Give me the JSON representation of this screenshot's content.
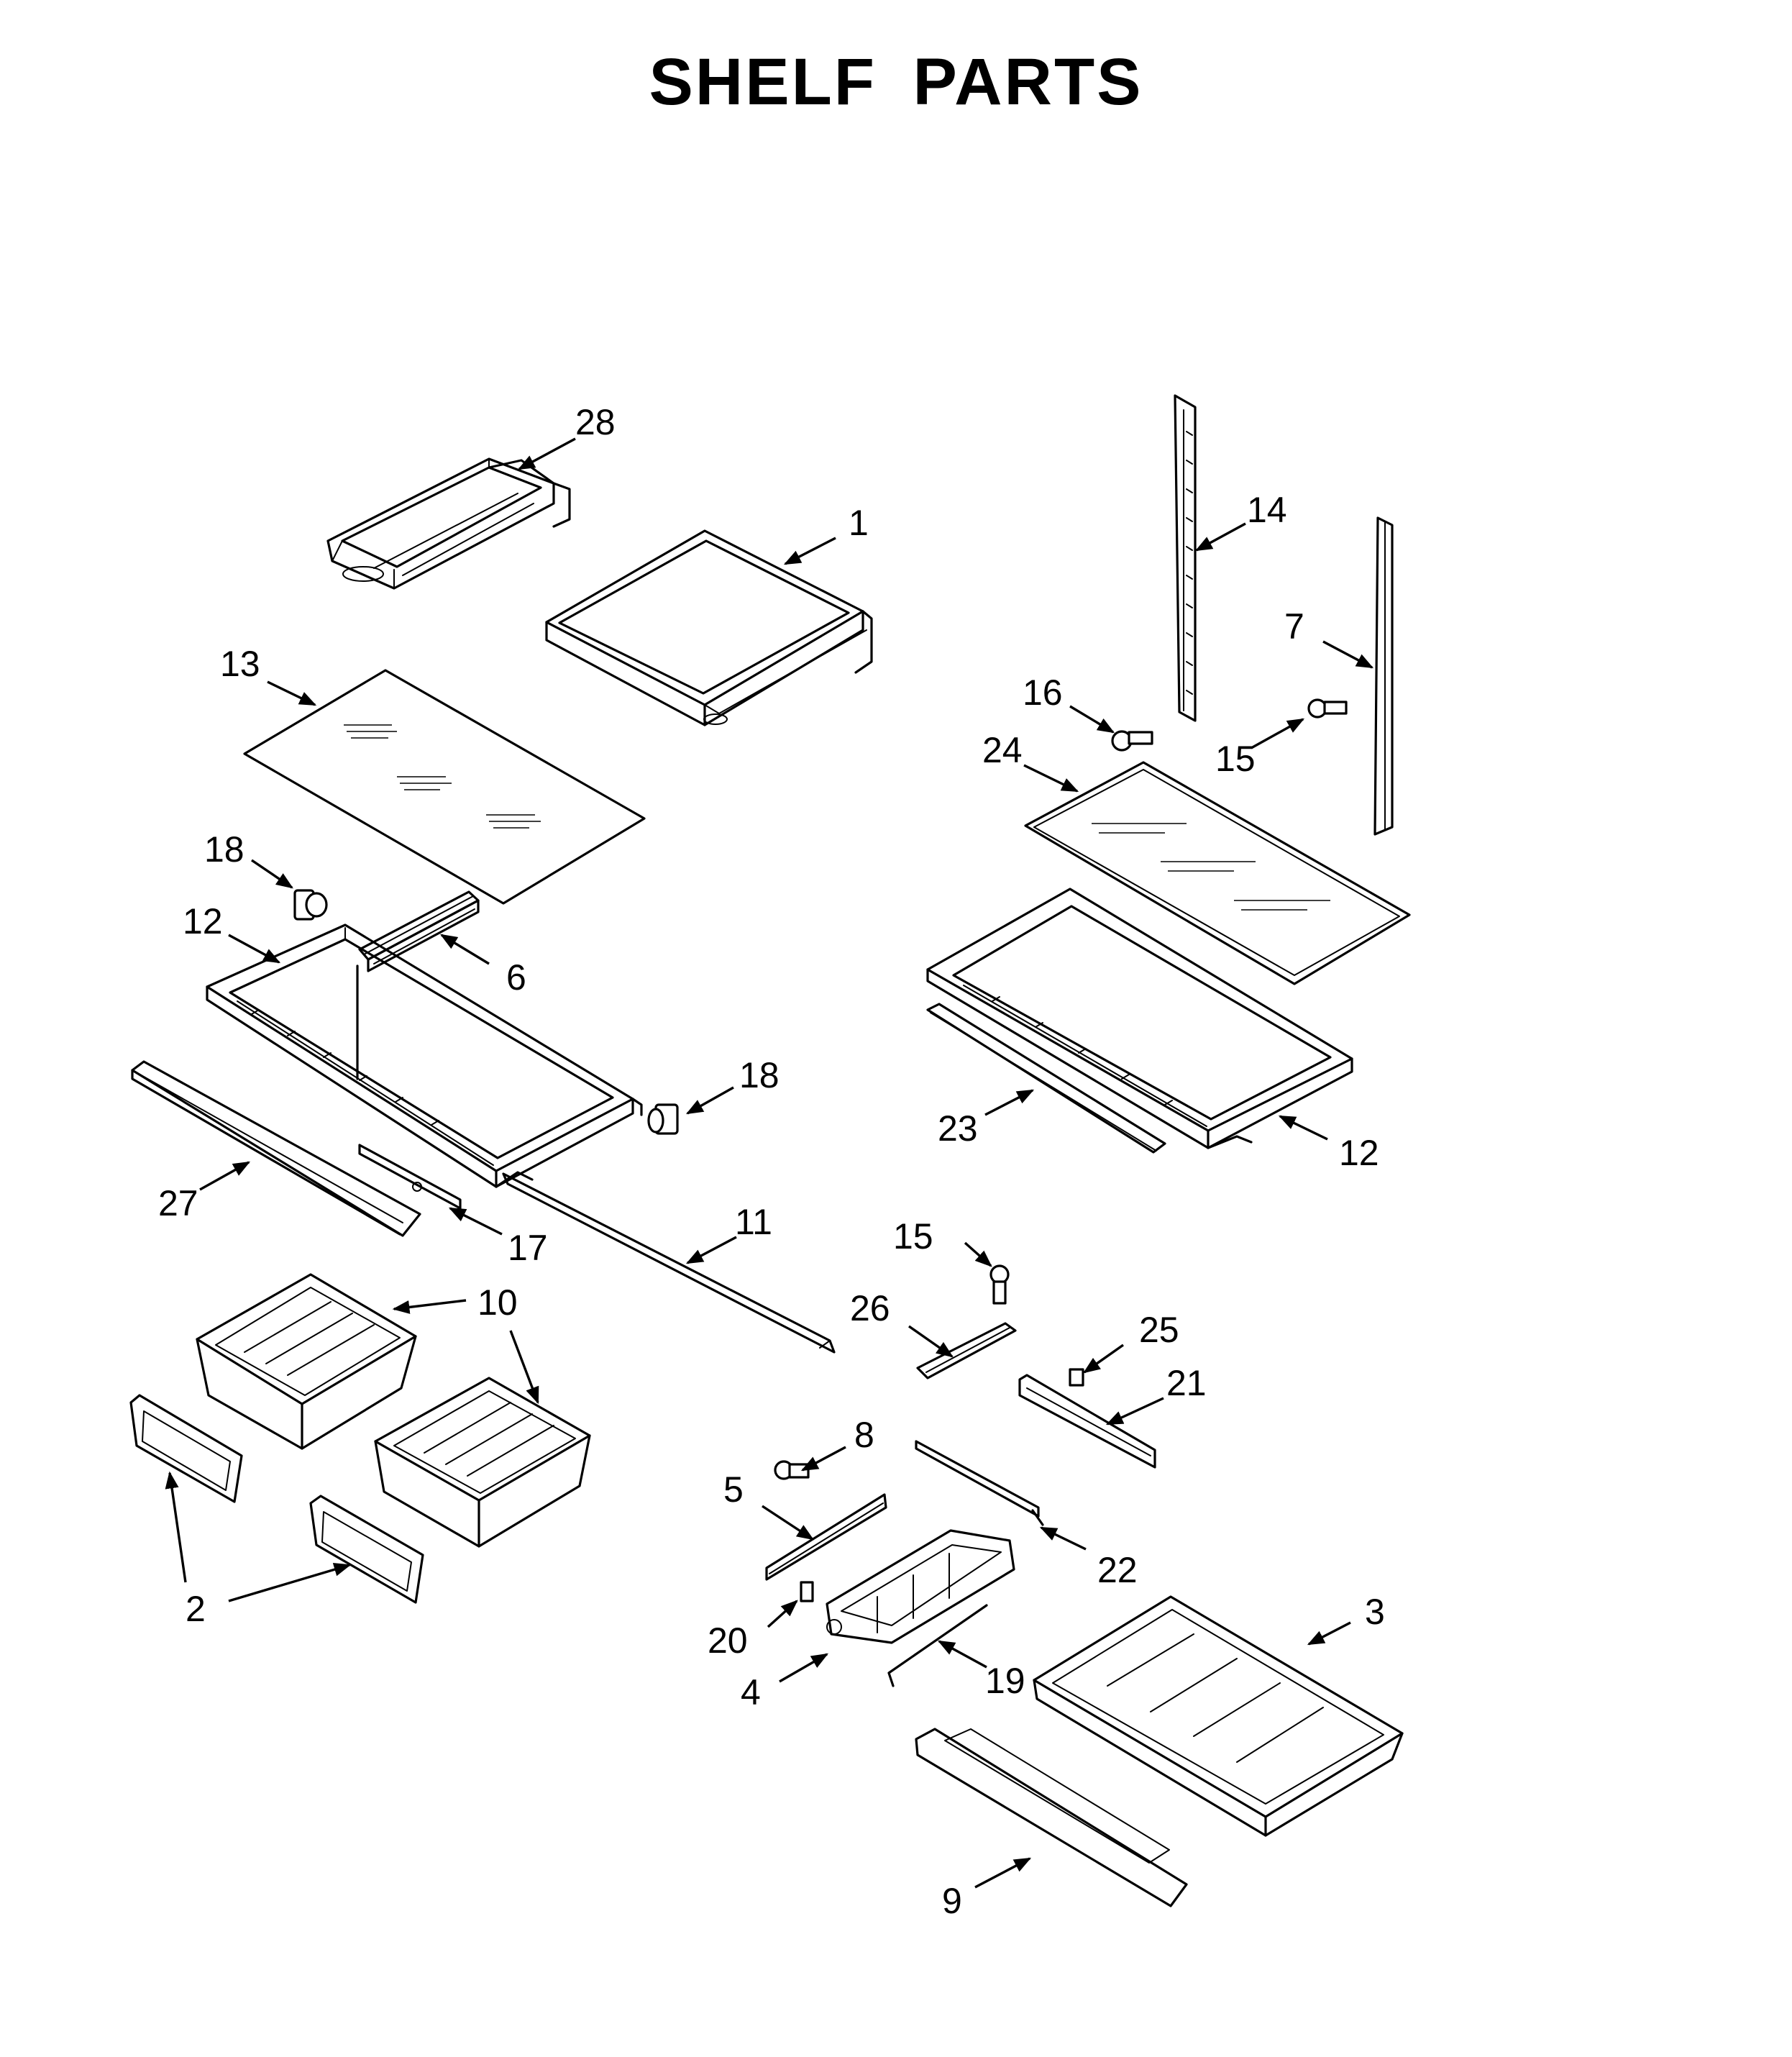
{
  "page": {
    "title": "SHELF PARTS"
  },
  "callouts": [
    {
      "id": "c28",
      "label": "28"
    },
    {
      "id": "c1",
      "label": "1"
    },
    {
      "id": "c14",
      "label": "14"
    },
    {
      "id": "c7",
      "label": "7"
    },
    {
      "id": "c13",
      "label": "13"
    },
    {
      "id": "c16",
      "label": "16"
    },
    {
      "id": "c24",
      "label": "24"
    },
    {
      "id": "c15a",
      "label": "15"
    },
    {
      "id": "c18a",
      "label": "18"
    },
    {
      "id": "c12a",
      "label": "12"
    },
    {
      "id": "c6",
      "label": "6"
    },
    {
      "id": "c18b",
      "label": "18"
    },
    {
      "id": "c23",
      "label": "23"
    },
    {
      "id": "c12b",
      "label": "12"
    },
    {
      "id": "c27",
      "label": "27"
    },
    {
      "id": "c17",
      "label": "17"
    },
    {
      "id": "c11",
      "label": "11"
    },
    {
      "id": "c15b",
      "label": "15"
    },
    {
      "id": "c10",
      "label": "10"
    },
    {
      "id": "c26",
      "label": "26"
    },
    {
      "id": "c25",
      "label": "25"
    },
    {
      "id": "c21",
      "label": "21"
    },
    {
      "id": "c8",
      "label": "8"
    },
    {
      "id": "c5",
      "label": "5"
    },
    {
      "id": "c22",
      "label": "22"
    },
    {
      "id": "c2",
      "label": "2"
    },
    {
      "id": "c3",
      "label": "3"
    },
    {
      "id": "c20",
      "label": "20"
    },
    {
      "id": "c19",
      "label": "19"
    },
    {
      "id": "c4",
      "label": "4"
    },
    {
      "id": "c9",
      "label": "9"
    }
  ]
}
